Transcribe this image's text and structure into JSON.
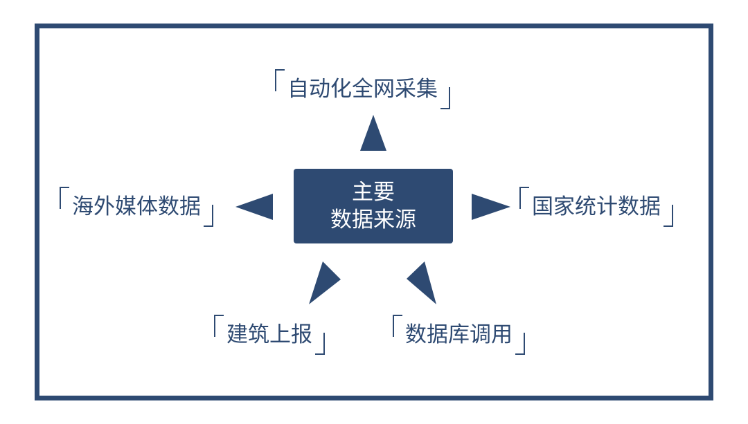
{
  "diagram": {
    "center": {
      "line1": "主要",
      "line2": "数据来源"
    },
    "sources": {
      "top": "自动化全网采集",
      "left": "海外媒体数据",
      "right": "国家统计数据",
      "bottom_left": "建筑上报",
      "bottom_right": "数据库调用"
    }
  },
  "colors": {
    "primary": "#2e4a72",
    "background": "#ffffff"
  }
}
